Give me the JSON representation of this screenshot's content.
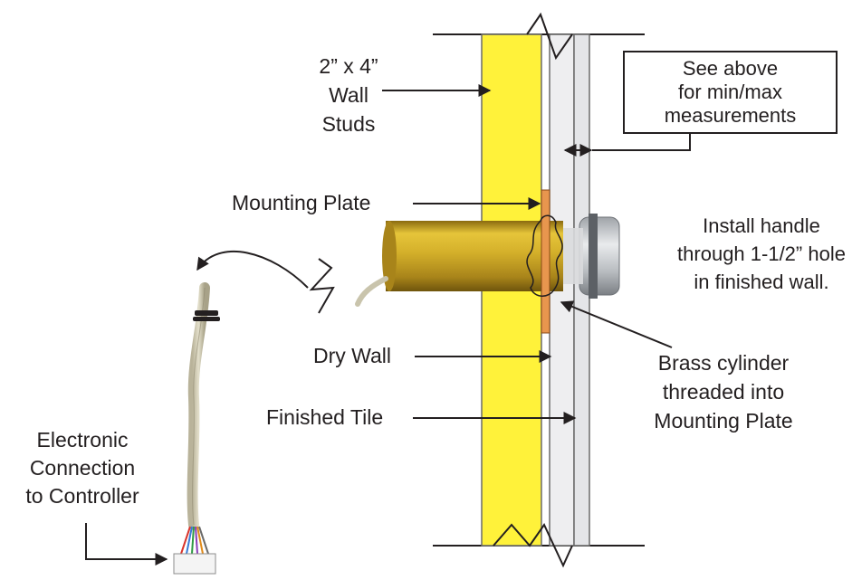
{
  "labels": {
    "studs": [
      "2” x 4”",
      "Wall",
      "Studs"
    ],
    "mounting_plate": "Mounting Plate",
    "dry_wall": "Dry Wall",
    "finished_tile": "Finished Tile",
    "install_note": [
      "Install handle",
      "through 1-1/2” hole",
      "in finished wall."
    ],
    "brass_cylinder": [
      "Brass cylinder",
      "threaded into",
      "Mounting Plate"
    ],
    "electronic": [
      "Electronic",
      "Connection",
      "to Controller"
    ],
    "see_above": [
      "See above",
      "for  min/max",
      "measurements"
    ]
  },
  "colors": {
    "stud": "#fff23a",
    "drywall": "#eeeef0",
    "tile": "#e4e5e8",
    "brass": "#c9a420",
    "plate": "#e8964e",
    "ink": "#231f20"
  }
}
